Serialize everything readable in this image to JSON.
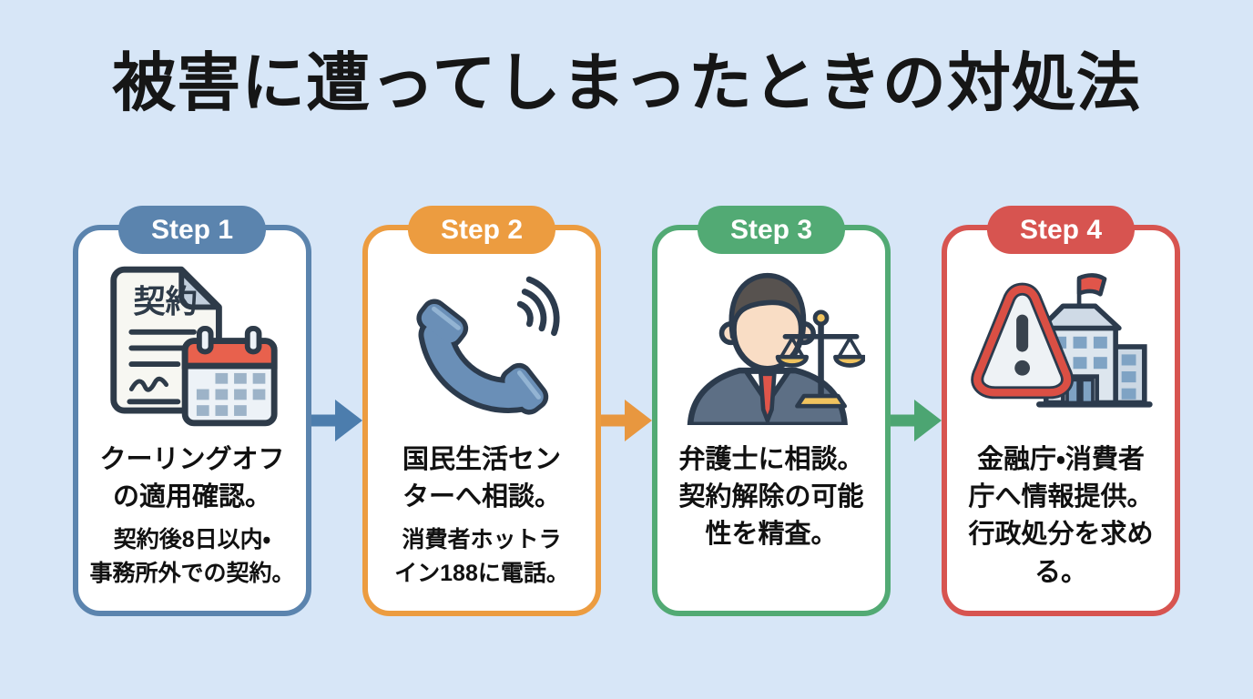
{
  "title": "被害に遭ってしまったときの対処法",
  "colors": {
    "background": "#d7e6f7",
    "card_background": "#ffffff",
    "text": "#111111"
  },
  "steps": [
    {
      "badge_label": "Step 1",
      "accent_color": "#5b84ae",
      "icon": "contract-calendar-icon",
      "icon_text": "契約",
      "text_primary": "クーリングオフ\nの適用確認。",
      "text_secondary": "契約後8日以内・\n事務所外での契約。"
    },
    {
      "badge_label": "Step 2",
      "accent_color": "#ec9c40",
      "icon": "phone-icon",
      "icon_text": "",
      "text_primary": "国民生活セン\nターへ相談。",
      "text_secondary": "消費者ホットラ\nイン188に電話。"
    },
    {
      "badge_label": "Step 3",
      "accent_color": "#52aa74",
      "icon": "lawyer-scales-icon",
      "icon_text": "",
      "text_primary": "弁護士に相談。\n契約解除の可能\n性を精査。",
      "text_secondary": ""
    },
    {
      "badge_label": "Step 4",
      "accent_color": "#d75450",
      "icon": "warning-building-icon",
      "icon_text": "",
      "text_primary": "金融庁・消費者\n庁へ情報提供。\n行政処分を求め\nる。",
      "text_secondary": ""
    }
  ],
  "arrows": [
    {
      "color": "#4c7dad"
    },
    {
      "color": "#e8973f"
    },
    {
      "color": "#4ca572"
    }
  ]
}
